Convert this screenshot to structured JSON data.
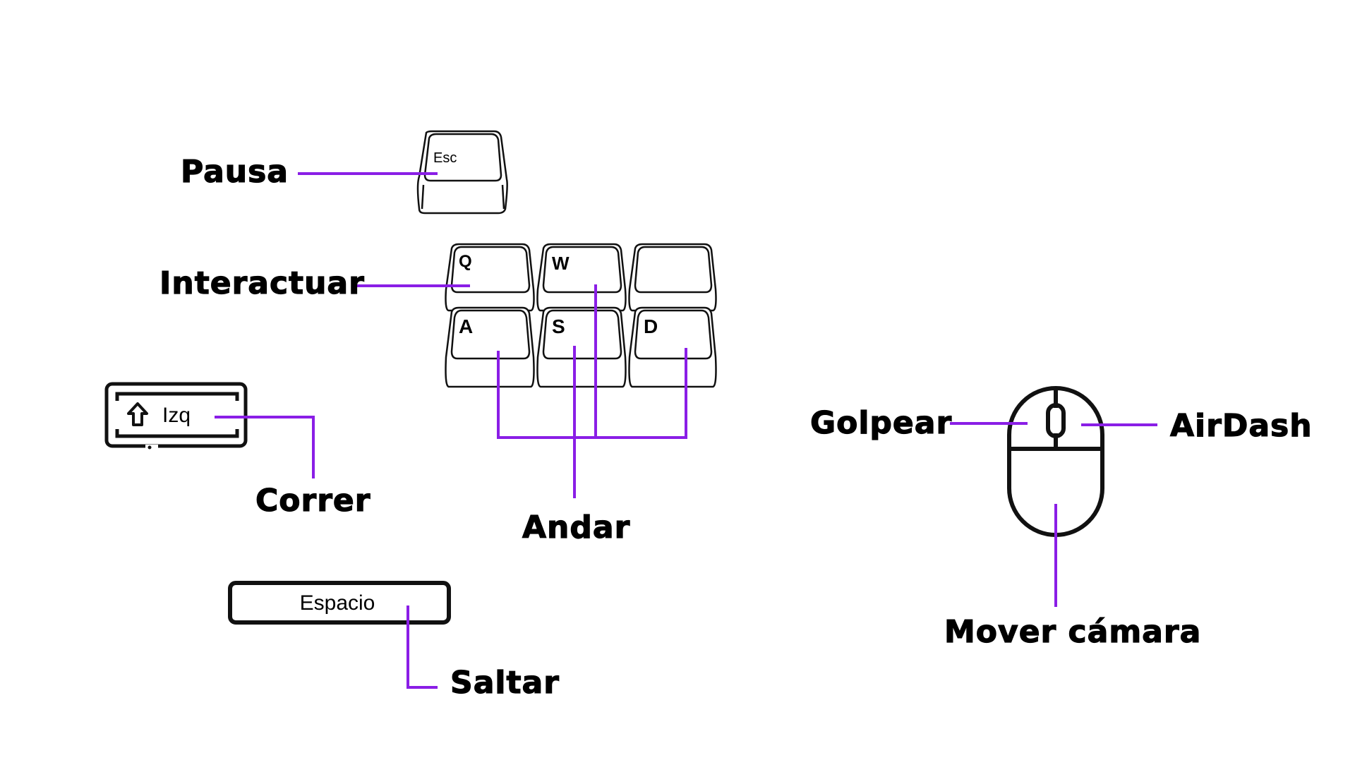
{
  "colors": {
    "connector": "#8a1ee6",
    "ink": "#111111",
    "background": "#ffffff"
  },
  "keys": {
    "esc": "Esc",
    "q": "Q",
    "w": "W",
    "a": "A",
    "s": "S",
    "d": "D",
    "shift": "Izq",
    "space": "Espacio"
  },
  "icons": {
    "shift": "shift-arrow-icon",
    "mouse": "mouse-icon"
  },
  "labels": {
    "pausa": "Pausa",
    "interactuar": "Interactuar",
    "correr": "Correr",
    "andar": "Andar",
    "saltar": "Saltar",
    "golpear": "Golpear",
    "airdash": "AirDash",
    "mover_camara": "Mover cámara"
  }
}
